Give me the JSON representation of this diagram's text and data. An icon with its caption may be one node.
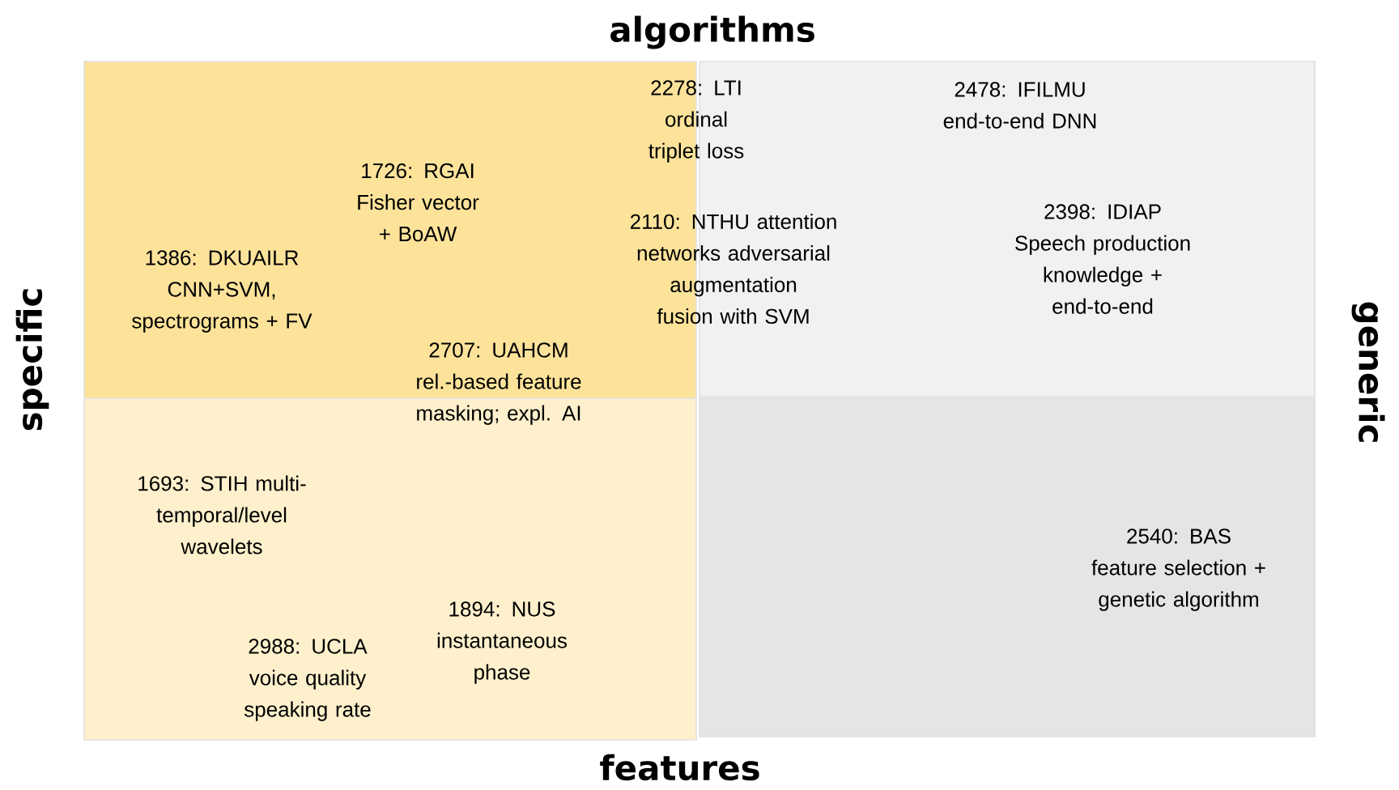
{
  "diagram": {
    "labels": [
      "algorithms",
      "2278: LTI ordinal triplet loss",
      "2478: IFILMU end-to-end DNN",
      "1726: RGAI Fisher vector + BoAW",
      "2398: IDIAP Speech production knowledge + end-to-end",
      "1386: DKUAILR CNN+SVM, spectrograms + FV",
      "2110: NTHU attention networks adversarial augmentation fusion with SVM",
      "specific",
      "generic",
      "2707: UAHCM rel.-based feature masking; expl. AI",
      "1693: STIH multi-temporal/level wavelets",
      "2540: BAS feature selection + genetic algorithm",
      "1894: NUS instantaneous phase",
      "2988: UCLA voice quality speaking rate",
      "features"
    ]
  }
}
